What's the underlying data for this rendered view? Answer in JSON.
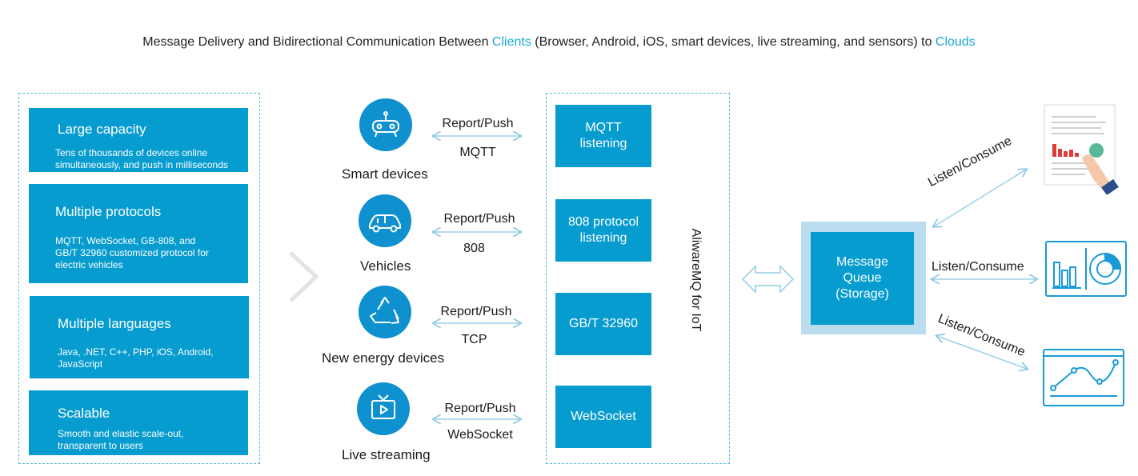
{
  "title": {
    "part1": "Message Delivery and Bidirectional Communication Between ",
    "clients": "Clients",
    "part2": " (Browser, Android, iOS, smart devices, live streaming, and sensors) to ",
    "clouds": "Clouds"
  },
  "features": [
    {
      "title": "Large capacity",
      "desc1": "Tens of thousands of devices online",
      "desc2": "simultaneously, and push in milliseconds",
      "desc3": ""
    },
    {
      "title": "Multiple protocols",
      "desc1": "MQTT, WebSocket, GB-808, and",
      "desc2": "GB/T 32960 customized protocol for",
      "desc3": "electric vehicles"
    },
    {
      "title": "Multiple languages",
      "desc1": "Java, .NET, C++, PHP, iOS, Android,",
      "desc2": "JavaScript",
      "desc3": ""
    },
    {
      "title": "Scalable",
      "desc1": "Smooth and elastic scale-out,",
      "desc2": "transparent to users",
      "desc3": ""
    }
  ],
  "devices": [
    {
      "label": "Smart devices",
      "action": "Report/Push",
      "protocol": "MQTT",
      "icon": "robot-icon"
    },
    {
      "label": "Vehicles",
      "action": "Report/Push",
      "protocol": "808",
      "icon": "car-icon"
    },
    {
      "label": "New energy devices",
      "action": "Report/Push",
      "protocol": "TCP",
      "icon": "recycle-icon"
    },
    {
      "label": "Live streaming",
      "action": "Report/Push",
      "protocol": "WebSocket",
      "icon": "tv-play-icon"
    }
  ],
  "listeners": [
    {
      "line1": "MQTT",
      "line2": "listening"
    },
    {
      "line1": "808 protocol",
      "line2": "listening"
    },
    {
      "line1": "GB/T 32960",
      "line2": ""
    },
    {
      "line1": "WebSocket",
      "line2": ""
    }
  ],
  "broker_label": "AliwareMQ for IoT",
  "queue": {
    "line1": "Message",
    "line2": "Queue",
    "line3": "(Storage)"
  },
  "consumers": [
    {
      "label": "Listen/Consume",
      "icon": "report-icon"
    },
    {
      "label": "Listen/Consume",
      "icon": "dashboard-icon"
    },
    {
      "label": "Listen/Consume",
      "icon": "line-chart-icon"
    }
  ],
  "colors": {
    "accent": "#079ccf",
    "highlight": "#1aa7d6",
    "light": "#b9dcef"
  }
}
